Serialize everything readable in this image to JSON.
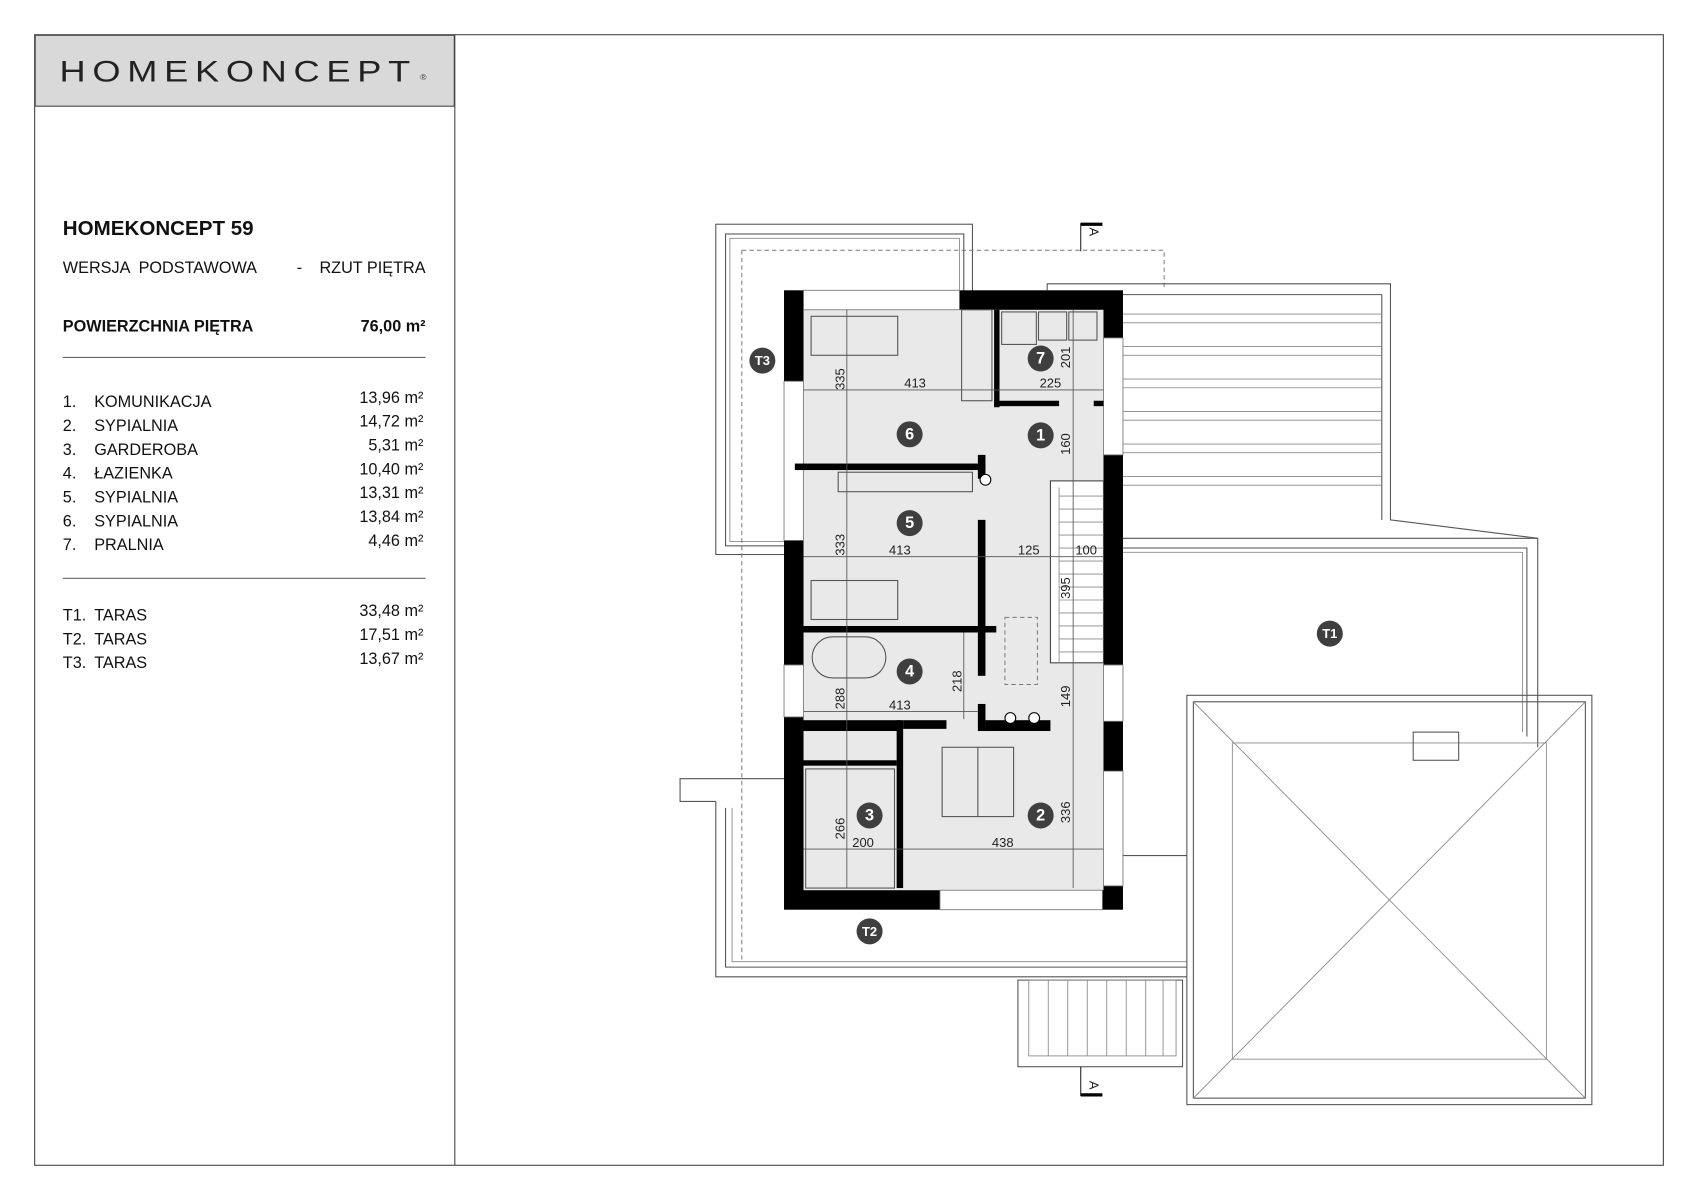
{
  "logo": {
    "text": "HOMEKONCEPT",
    "mark": "®"
  },
  "title": "HOMEKONCEPT 59",
  "version": {
    "label": "WERSJA  PODSTAWOWA",
    "separator": "-",
    "view": "RZUT PIĘTRA"
  },
  "floor_area": {
    "label": "POWIERZCHNIA PIĘTRA",
    "value": "76,00 m²"
  },
  "rooms": [
    {
      "no": "1.",
      "name": "KOMUNIKACJA",
      "area": "13,96 m²"
    },
    {
      "no": "2.",
      "name": "SYPIALNIA",
      "area": "14,72 m²"
    },
    {
      "no": "3.",
      "name": "GARDEROBA",
      "area": "5,31 m²"
    },
    {
      "no": "4.",
      "name": "ŁAZIENKA",
      "area": "10,40 m²"
    },
    {
      "no": "5.",
      "name": "SYPIALNIA",
      "area": "13,31 m²"
    },
    {
      "no": "6.",
      "name": "SYPIALNIA",
      "area": "13,84 m²"
    },
    {
      "no": "7.",
      "name": "PRALNIA",
      "area": "4,46 m²"
    }
  ],
  "terraces": [
    {
      "no": "T1.",
      "name": "TARAS",
      "area": "33,48 m²"
    },
    {
      "no": "T2.",
      "name": "TARAS",
      "area": "17,51 m²"
    },
    {
      "no": "T3.",
      "name": "TARAS",
      "area": "13,67 m²"
    }
  ],
  "plan": {
    "room_badges": [
      "1",
      "2",
      "3",
      "4",
      "5",
      "6",
      "7"
    ],
    "terrace_badges": [
      "T1",
      "T2",
      "T3"
    ],
    "section_marker": "A",
    "dimensions": [
      "335",
      "413",
      "225",
      "201",
      "160",
      "333",
      "413",
      "125",
      "100",
      "395",
      "288",
      "413",
      "218",
      "149",
      "266",
      "200",
      "438",
      "336"
    ]
  }
}
